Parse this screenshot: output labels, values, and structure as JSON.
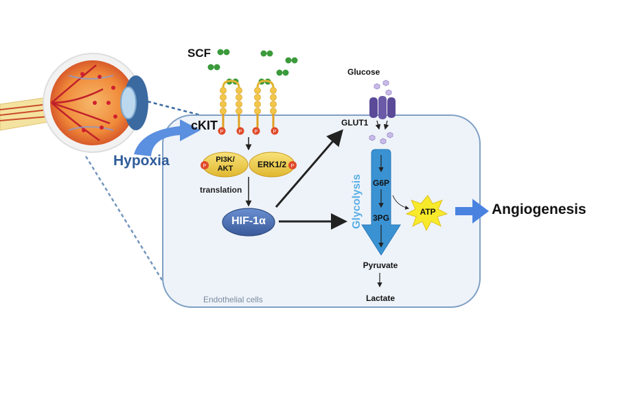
{
  "labels": {
    "scf": "SCF",
    "ckit": "cKIT",
    "hypoxia": "Hypoxia",
    "pi3k_akt": "PI3K/\nAKT",
    "erk": "ERK1/2",
    "translation": "translation",
    "hif": "HIF-1α",
    "glucose": "Glucose",
    "glut1": "GLUT1",
    "glycolysis": "Glycolysis",
    "g6p": "G6P",
    "pg3": "3PG",
    "atp": "ATP",
    "angiogenesis": "Angiogenesis",
    "pyruvate": "Pyruvate",
    "lactate": "Lactate",
    "endothelial": "Endothelial cells",
    "phospho": "P"
  },
  "colors": {
    "cell_fill": "#eef3f9",
    "cell_stroke": "#7f9fc4",
    "hypoxia_text": "#2e5b9a",
    "glycolysis_arrow": "#3a92d2",
    "glycolysis_text": "#5aaee4",
    "hif_fill": "#4a6fb0",
    "kinase_fill": "#f2d24a",
    "phospho_fill": "#e04a2a",
    "scf_green": "#3b9a3b",
    "atp_fill": "#f7ea2a",
    "angio_arrow": "#4a82e0",
    "glucose_purple": "#b8a8e0",
    "transporter": "#6a5aa8"
  },
  "icons": [
    "eye-illustration-icon",
    "receptor-icon",
    "glut1-transporter-icon",
    "atp-burst-icon"
  ]
}
